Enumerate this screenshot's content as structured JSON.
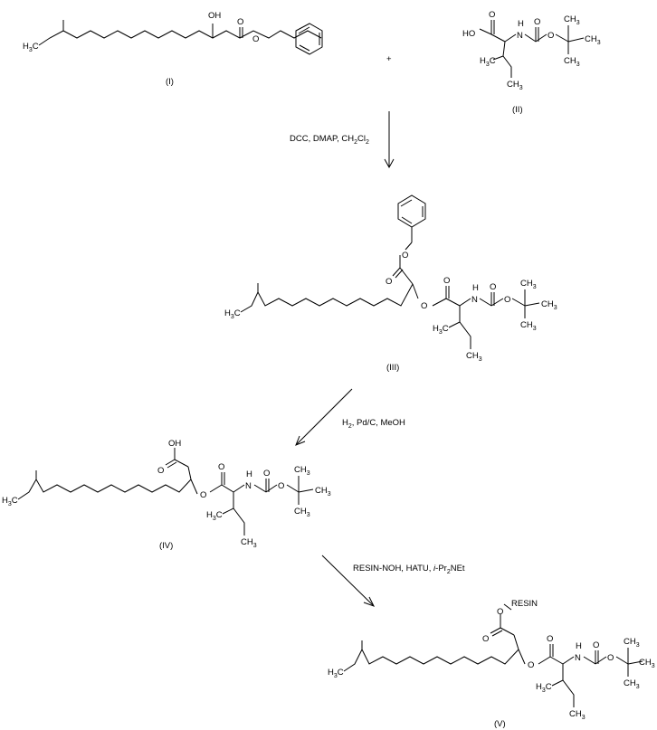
{
  "scheme": {
    "compounds": [
      {
        "id": "I",
        "label": "(I)"
      },
      {
        "id": "II",
        "label": "(II)"
      },
      {
        "id": "III",
        "label": "(III)"
      },
      {
        "id": "IV",
        "label": "(IV)"
      },
      {
        "id": "V",
        "label": "(V)"
      }
    ],
    "plus": "+",
    "steps": [
      {
        "reagents": [
          "DCC, DMAP, CH",
          "2",
          "Cl",
          "2"
        ]
      },
      {
        "reagents": [
          "H",
          "2",
          ", Pd/C, MeOH"
        ]
      },
      {
        "reagents": [
          "RESIN-NOH, HATU, ",
          "i",
          "-Pr",
          "2",
          "NEt"
        ]
      }
    ],
    "atoms": {
      "oh": "OH",
      "o": "O",
      "ho": "HO",
      "h": "H",
      "n": "N",
      "c": "C",
      "three": "3",
      "resin": "RESIN"
    }
  }
}
